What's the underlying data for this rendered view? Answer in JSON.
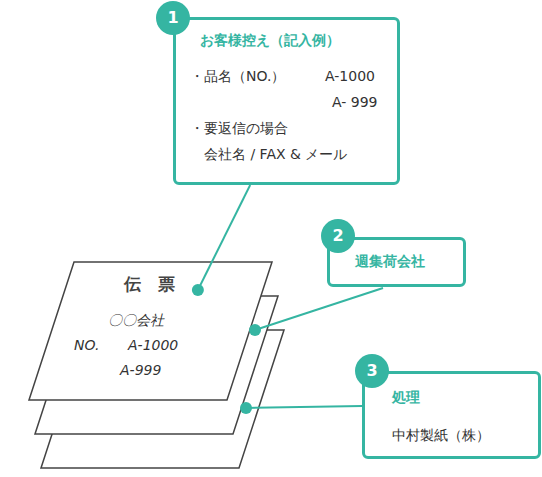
{
  "diagram": {
    "nodes": [
      {
        "text": [
          "お客様控え（記入例）",
          "・品名（NO.）",
          "A-1000",
          "A- 999",
          "・要返信の場合",
          "会社名 / FAX & メール"
        ]
      },
      {
        "text": [
          "週集荷会社"
        ]
      },
      {
        "text": [
          "伝　票",
          "〇〇会社",
          "NO.",
          "A-1000",
          "A-999"
        ]
      },
      {
        "text": [
          "処理",
          "中村製紙（株）"
        ]
      }
    ],
    "edges": [
      {
        "from": 0,
        "to": 2,
        "arrow": "none"
      }
    ],
    "labels": [
      "1",
      "2",
      "3"
    ]
  }
}
